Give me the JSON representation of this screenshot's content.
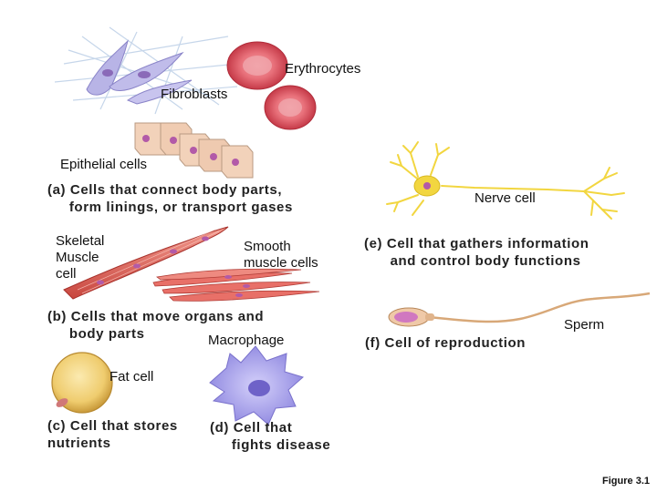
{
  "labels": {
    "erythrocytes": "Erythrocytes",
    "fibroblasts": "Fibroblasts",
    "epithelial": "Epithelial cells",
    "nerve": "Nerve cell",
    "skeletal": "Skeletal\nMuscle\ncell",
    "smooth": "Smooth\nmuscle cells",
    "macrophage": "Macrophage",
    "sperm": "Sperm",
    "fat": "Fat cell"
  },
  "captions": {
    "a": "(a) Cells that connect body parts,\n     form linings, or transport gases",
    "b": "(b) Cells that move organs and\n     body parts",
    "c": "(c) Cell that stores\nnutrients",
    "d": "(d) Cell that\n     fights disease",
    "e": "(e) Cell that gathers information\n      and control body functions",
    "f": "(f) Cell of reproduction"
  },
  "figure_label": "Figure 3.1",
  "colors": {
    "erythrocyte": "#e05a64",
    "fibroblast": "#b8b4e6",
    "epithelial": "#f0cdb4",
    "nucleus": "#b25aa8",
    "nerve": "#f2d640",
    "muscle": "#e06a60",
    "macrophage": "#aca6ee",
    "sperm": "#d8a878",
    "fat": "#f0d27a"
  }
}
